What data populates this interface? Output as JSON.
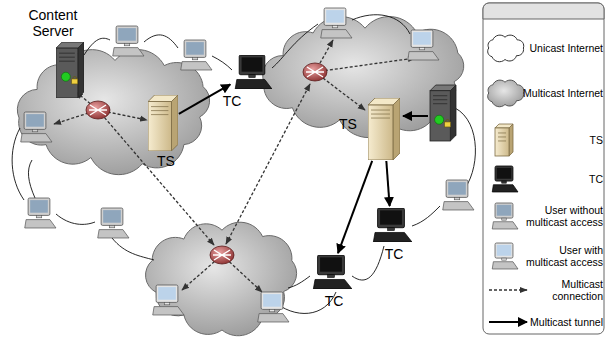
{
  "diagram": {
    "nodes": [
      {
        "text": [
          "Content Server"
        ]
      },
      {
        "text": [
          "TS"
        ]
      },
      {
        "text": [
          "TC"
        ]
      },
      {
        "text": [
          "TS"
        ]
      },
      {
        "text": [
          "TC"
        ]
      },
      {
        "text": [
          "TC"
        ]
      }
    ],
    "edges": [
      {
        "from": 1,
        "to": 2,
        "arrow": "to"
      },
      {
        "from": 3,
        "to": 4,
        "arrow": "to"
      },
      {
        "from": 3,
        "to": 5,
        "arrow": "to"
      }
    ],
    "legend": [
      {
        "text": "Unicast Internet"
      },
      {
        "text": "Multicast Internet"
      },
      {
        "text": "TS"
      },
      {
        "text": "TC"
      },
      {
        "text": "User without multicast access"
      },
      {
        "text": "User with multicast access"
      },
      {
        "text": "Multicast connection"
      },
      {
        "text": "Multicast tunnel"
      }
    ]
  }
}
